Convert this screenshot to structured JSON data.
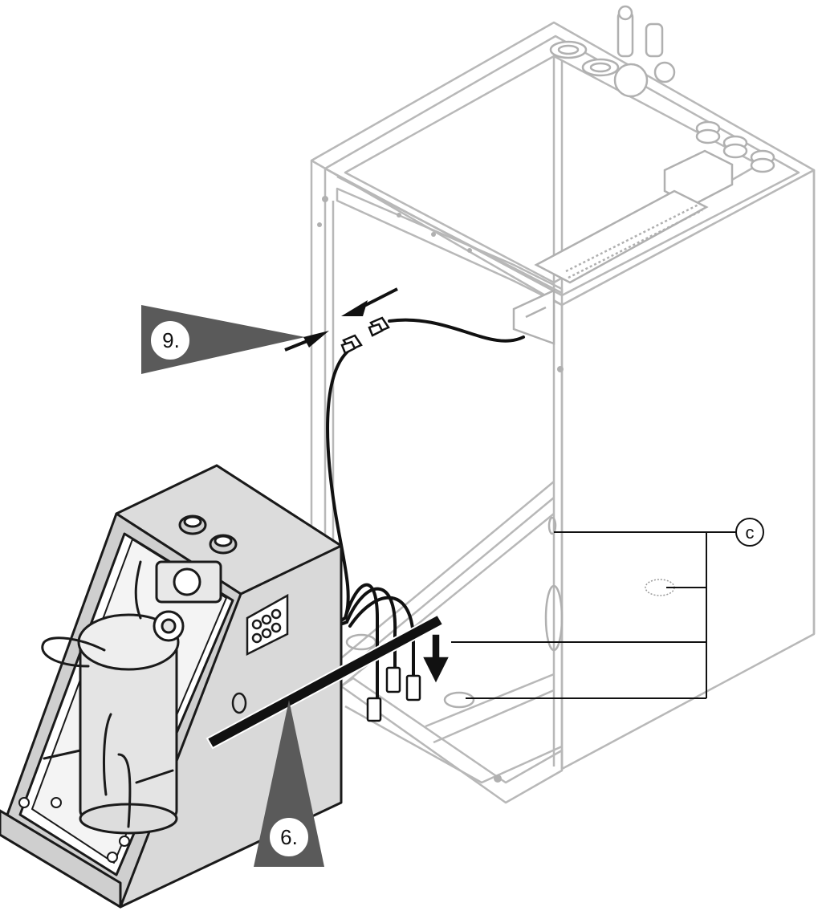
{
  "callouts": {
    "step_9": "9.",
    "step_6": "6.",
    "label_c": "c"
  },
  "colors": {
    "cabinet_line": "#bdbdbd",
    "module_fill": "#d6d6d6",
    "module_line": "#1a1a1a",
    "callout_fill": "#5a5a5a",
    "cable": "#111111"
  }
}
